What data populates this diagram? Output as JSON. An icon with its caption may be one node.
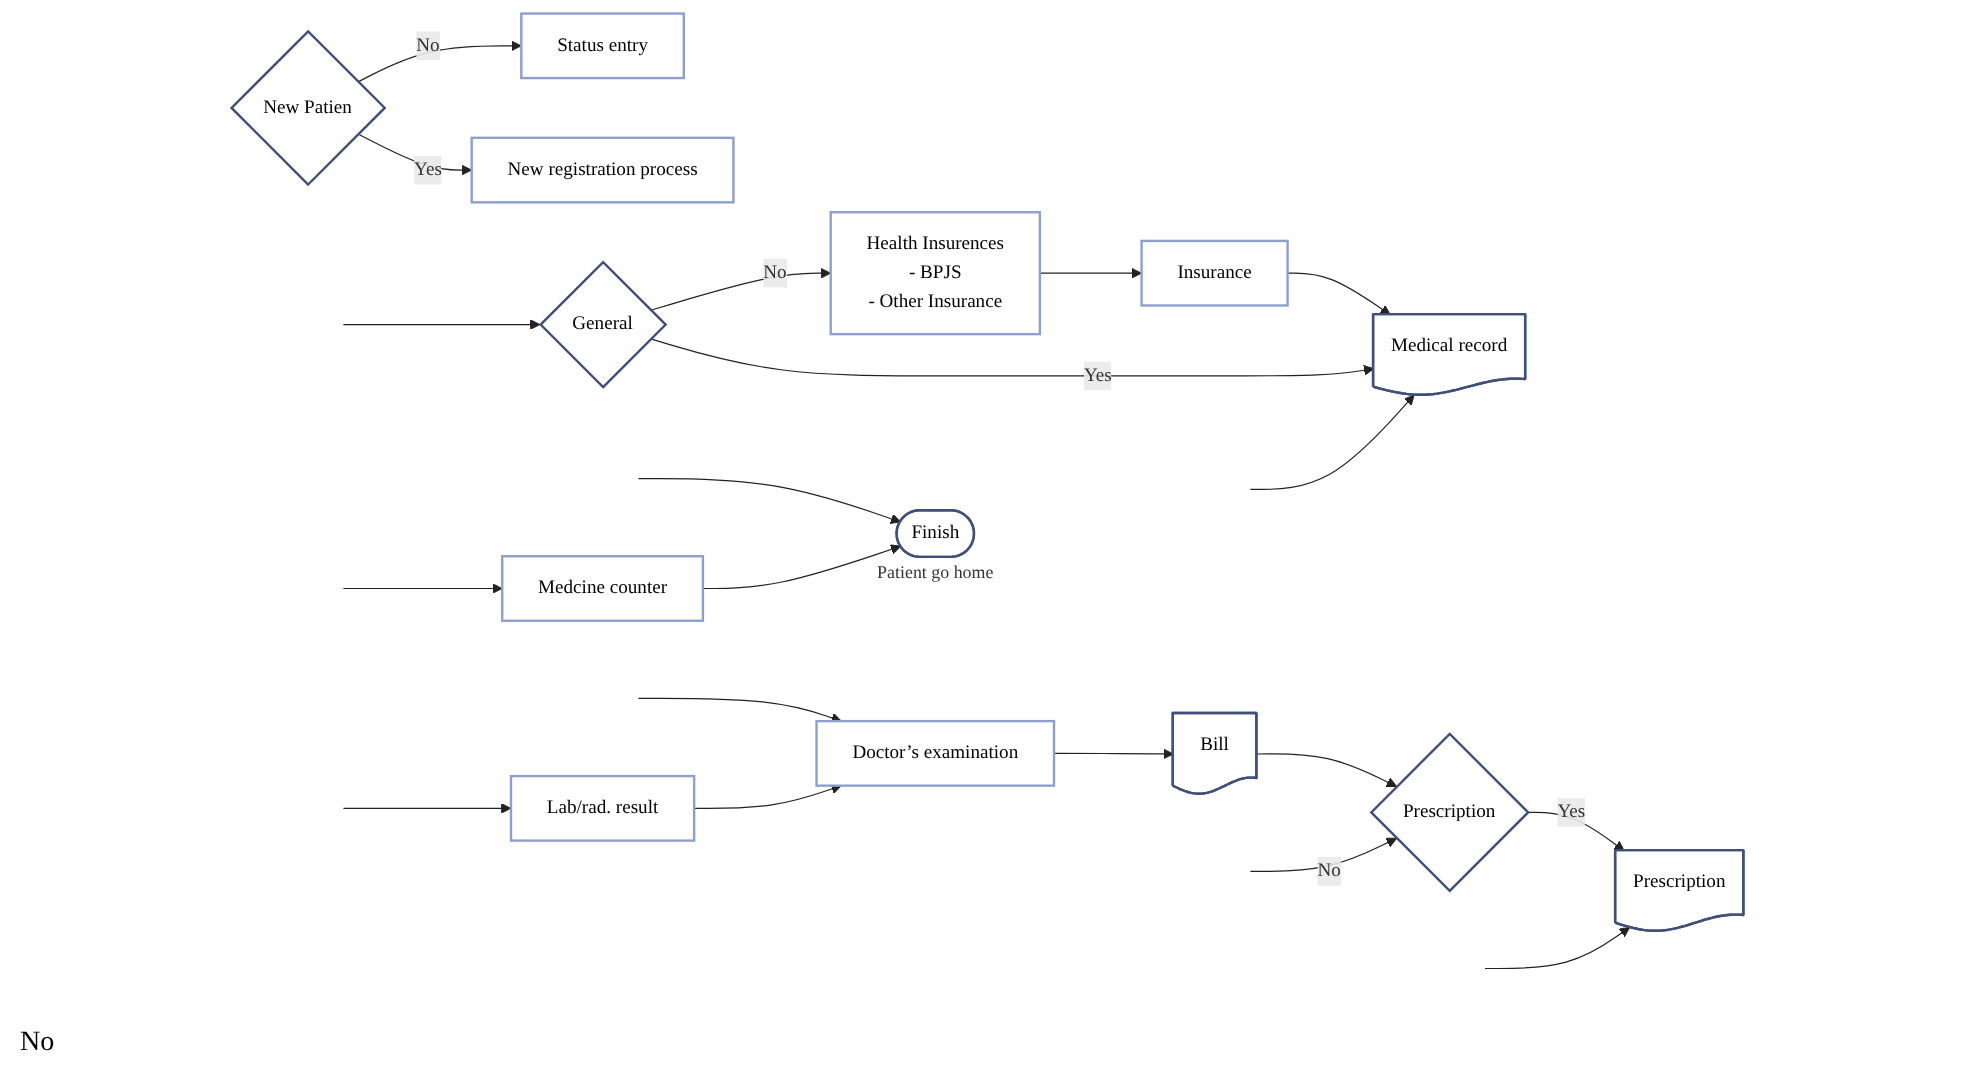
{
  "diagram": {
    "nodes": [
      {
        "text": [
          "New Patien"
        ]
      },
      {
        "text": [
          "Status entry"
        ]
      },
      {
        "text": [
          "New registration process"
        ]
      },
      {
        "text": [
          "General"
        ]
      },
      {
        "text": [
          "Health Insurences",
          "- BPJS",
          "- Other Insurance"
        ]
      },
      {
        "text": [
          "Doctor’s examination"
        ]
      },
      {
        "text": [
          "Lab/rad. result"
        ]
      },
      {
        "text": [
          "Insurance"
        ]
      },
      {
        "text": [
          "Bill"
        ]
      },
      {
        "text": [
          "Medical record"
        ]
      },
      {
        "text": [
          "Prescription"
        ]
      },
      {
        "text": [
          "Medcine counter"
        ]
      },
      {
        "text": [
          "Prescription"
        ]
      },
      {
        "text": [
          "Finish"
        ],
        "beside": [
          "Patient go home"
        ]
      }
    ],
    "edges": [
      {
        "from": 0,
        "to": 1,
        "label": "No",
        "arrow": "to"
      },
      {
        "from": 0,
        "to": 2,
        "label": "Yes",
        "arrow": "to"
      },
      {
        "from": null,
        "to": 3,
        "arrow": "to"
      },
      {
        "from": 3,
        "to": 4,
        "label": "No",
        "arrow": "to"
      },
      {
        "from": null,
        "to": 5,
        "arrow": "to"
      },
      {
        "from": 6,
        "to": 5,
        "arrow": "to"
      },
      {
        "from": null,
        "to": 6,
        "arrow": "to"
      },
      {
        "from": 4,
        "to": 7,
        "arrow": "to"
      },
      {
        "from": 7,
        "to": 9,
        "arrow": "to"
      },
      {
        "from": 3,
        "to": 9,
        "label": "Yes",
        "arrow": "to"
      },
      {
        "from": null,
        "to": 9,
        "arrow": "to"
      },
      {
        "from": 5,
        "to": 8,
        "arrow": "to"
      },
      {
        "from": 8,
        "to": 10,
        "arrow": "to"
      },
      {
        "from": null,
        "to": 10,
        "label": "No",
        "arrow": "to"
      },
      {
        "from": 10,
        "to": 12,
        "label": "Yes",
        "arrow": "to"
      },
      {
        "from": null,
        "to": 12,
        "arrow": "to"
      },
      {
        "from": null,
        "to": 13,
        "arrow": "to"
      },
      {
        "from": null,
        "to": 11,
        "arrow": "to"
      },
      {
        "from": 11,
        "to": 13,
        "arrow": "to"
      }
    ],
    "labels": [
      "No"
    ]
  }
}
